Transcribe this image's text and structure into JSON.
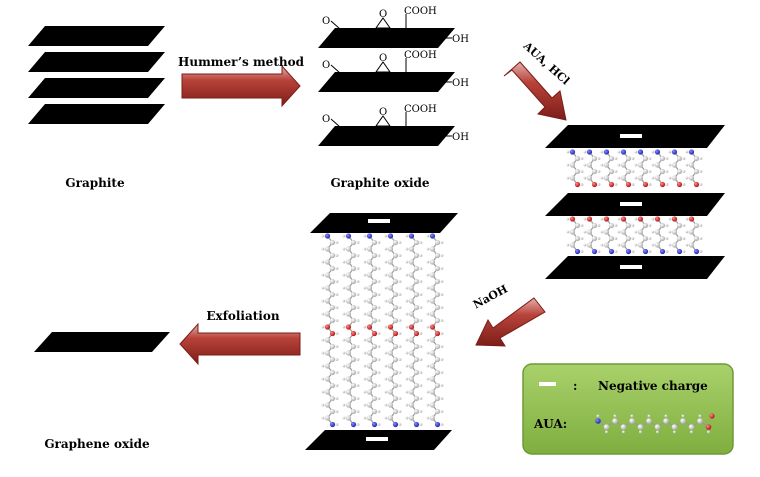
{
  "labels": {
    "graphite": "Graphite",
    "graphite_oxide": "Graphite oxide",
    "graphene_oxide": "Graphene oxide"
  },
  "steps": {
    "hummers": "Hummer’s method",
    "aua_hcl": "AUA, HCl",
    "naoh": "NaOH",
    "exfoliation": "Exfoliation"
  },
  "functional_groups": {
    "cooh": "COOH",
    "oh": "OH",
    "o": "O"
  },
  "legend": {
    "separator": ":",
    "negative_charge": "Negative charge",
    "aua": "AUA:"
  },
  "colors": {
    "sheet": "#000000",
    "arrow": "#a32b24",
    "arrow_highlight": "#d9a09a",
    "legend_bg": "#8fbf4f",
    "legend_border": "#6f9a36",
    "molecule_carbon": "#c8c8c8",
    "molecule_nitrogen": "#2233cc",
    "molecule_oxygen": "#d01818"
  }
}
